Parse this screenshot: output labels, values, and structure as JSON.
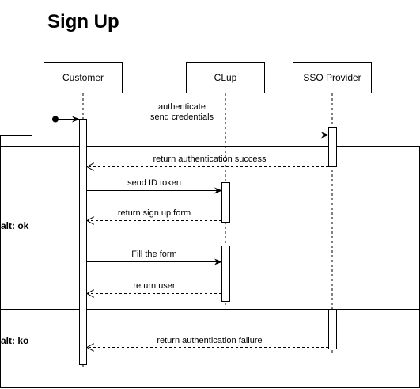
{
  "title": "Sign Up",
  "participants": [
    {
      "id": "customer",
      "label": "Customer"
    },
    {
      "id": "clup",
      "label": "CLup"
    },
    {
      "id": "sso",
      "label": "SSO Provider"
    }
  ],
  "messages": [
    {
      "label": "authenticate\nsend credentials",
      "from": "customer",
      "to": "sso",
      "style": "solid"
    },
    {
      "label": "return authentication success",
      "from": "sso",
      "to": "customer",
      "style": "dashed"
    },
    {
      "label": "send ID token",
      "from": "customer",
      "to": "clup",
      "style": "solid"
    },
    {
      "label": "return sign up form",
      "from": "clup",
      "to": "customer",
      "style": "dashed"
    },
    {
      "label": "Fill the form",
      "from": "customer",
      "to": "clup",
      "style": "solid"
    },
    {
      "label": "return user",
      "from": "clup",
      "to": "customer",
      "style": "dashed"
    },
    {
      "label": "return authentication failure",
      "from": "sso",
      "to": "customer",
      "style": "dashed"
    }
  ],
  "fragments": [
    {
      "label": "alt: ok"
    },
    {
      "label": "alt: ko"
    }
  ],
  "colors": {
    "line": "#000000",
    "background": "#ffffff"
  }
}
